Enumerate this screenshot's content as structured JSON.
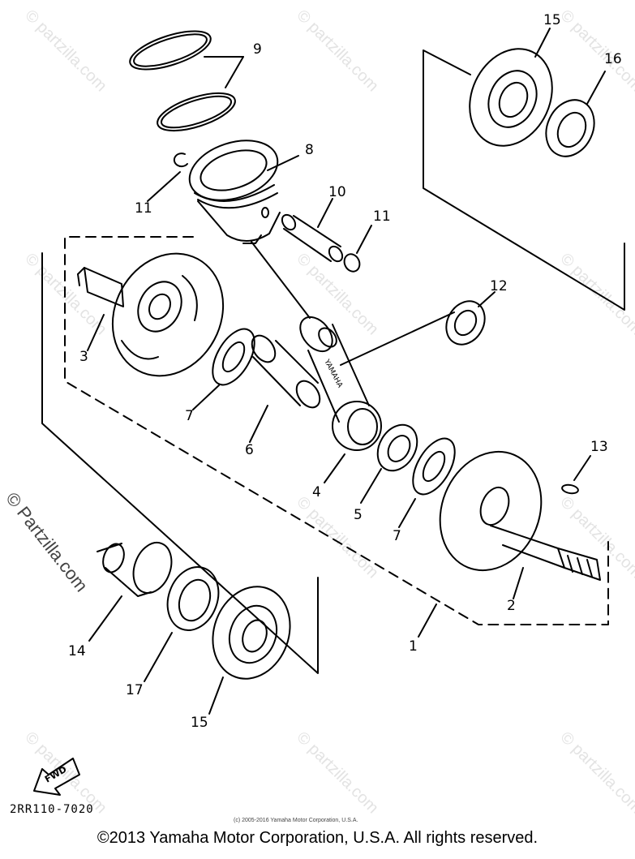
{
  "watermark": {
    "main": "© Partzilla.com",
    "tile": "© partzilla.com"
  },
  "callouts": {
    "c1": "1",
    "c2": "2",
    "c3": "3",
    "c4": "4",
    "c5": "5",
    "c6": "6",
    "c7a": "7",
    "c7b": "7",
    "c8": "8",
    "c9": "9",
    "c10": "10",
    "c11a": "11",
    "c11b": "11",
    "c12": "12",
    "c13": "13",
    "c14": "14",
    "c15a": "15",
    "c15b": "15",
    "c16": "16",
    "c17": "17"
  },
  "stamp": {
    "fwd": "FWD"
  },
  "rod_text": "YAMAHA",
  "diagram_code": "2RR110-7020",
  "small_copyright": "(c) 2005-2016 Yamaha Motor Corporation, U.S.A.",
  "footer_copyright": "©2013 Yamaha Motor Corporation, U.S.A. All rights reserved."
}
